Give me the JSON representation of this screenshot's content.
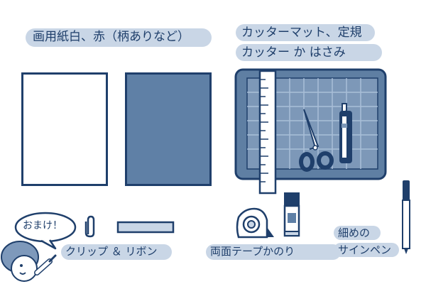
{
  "labels": {
    "paper_label": "画用紙白、赤（柄ありなど）",
    "cutting_tools_line1": "カッターマット、定規",
    "cutting_tools_line2": "カッター か はさみ",
    "bonus_callout": "おまけ！",
    "clip_ribbon_label": "クリップ ＆ リボン",
    "tape_glue_label": "両面テープかのり",
    "pen_label_line1": "細めの",
    "pen_label_line2": "サインペン"
  },
  "colors": {
    "ink": "#1f3f6b",
    "paper_white": "#ffffff",
    "paper_colored": "#5f80a6",
    "label_highlight": "#c9d6e6",
    "mat": "#5f7fa3",
    "mat_grid": "#9cb4cf",
    "skin": "#ffffff",
    "hair": "#7e99bb"
  },
  "icons": [
    "white-drawing-paper",
    "colored-drawing-paper",
    "cutting-mat",
    "ruler-icon",
    "scissors-icon",
    "box-cutter-icon",
    "paper-clip-icon",
    "ribbon-icon",
    "tape-dispenser-icon",
    "glue-stick-icon",
    "marker-pen-icon",
    "pointing-child-illustration"
  ]
}
